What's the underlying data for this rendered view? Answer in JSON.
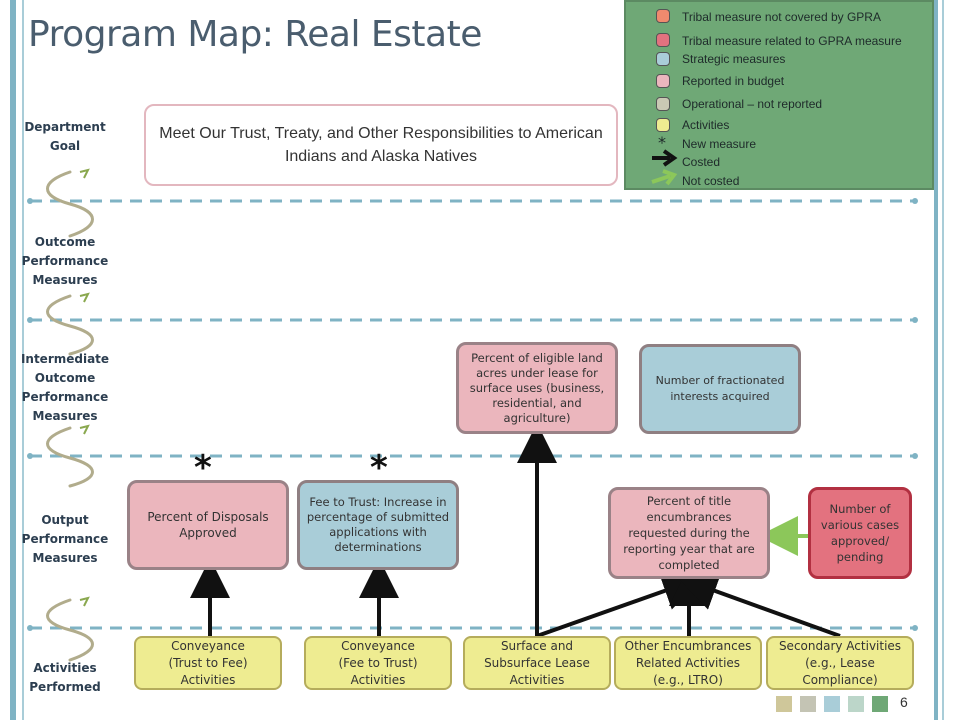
{
  "title": "Program Map: Real Estate",
  "levels": {
    "department_goal": "Department\nGoal",
    "outcome": "Outcome\nPerformance\nMeasures",
    "intermediate": "Intermediate\nOutcome\nPerformance\nMeasures",
    "output": "Output\nPerformance\nMeasures",
    "activities": "Activities\nPerformed"
  },
  "goal": "Meet Our Trust, Treaty, and Other Responsibilities to American Indians and Alaska Natives",
  "intermediate_measures": {
    "eligible_land": "Percent of eligible land acres under lease for surface uses (business, residential, and agriculture)",
    "fractionated": "Number of fractionated interests acquired"
  },
  "output_measures": {
    "disposals": "Percent of Disposals Approved",
    "fee_to_trust": "Fee to Trust: Increase in percentage of submitted applications with determinations",
    "title_encumbrances": "Percent of title encumbrances requested during the reporting year that are completed",
    "various_cases": "Number of various cases approved/ pending"
  },
  "activities": {
    "conveyance_trust_to_fee": "Conveyance\n(Trust to Fee)\nActivities",
    "conveyance_fee_to_trust": "Conveyance\n(Fee to Trust)\nActivities",
    "surface_lease": "Surface and\nSubsurface Lease\nActivities",
    "other_encumbrances": "Other Encumbrances\nRelated Activities\n(e.g., LTRO)",
    "secondary": "Secondary Activities\n(e.g., Lease\nCompliance)"
  },
  "stars": [
    "*",
    "*"
  ],
  "legend": {
    "items": [
      {
        "label": "Tribal measure  not covered by GPRA",
        "color": "#f08a6e"
      },
      {
        "label": "Tribal measure  related to GPRA measure",
        "color": "#e3727f"
      },
      {
        "label": "Strategic measures",
        "color": "#a9cdd8"
      },
      {
        "label": "Reported in budget",
        "color": "#ebb6bd"
      },
      {
        "label": "Operational – not reported",
        "color": "#c9c9b4"
      },
      {
        "label": "Activities",
        "color": "#eeec91"
      },
      {
        "label": "New measure",
        "icon": "asterisk-icon"
      },
      {
        "label": "Costed",
        "icon": "black-arrow-icon"
      },
      {
        "label": "Not costed",
        "icon": "green-arrow-icon"
      }
    ],
    "new_measure_symbol": "*"
  },
  "footer": {
    "page_number": "6",
    "squares": [
      "#cfc79a",
      "#c4c4b4",
      "#a9cdd8",
      "#bcd6c9",
      "#6fa876"
    ]
  }
}
